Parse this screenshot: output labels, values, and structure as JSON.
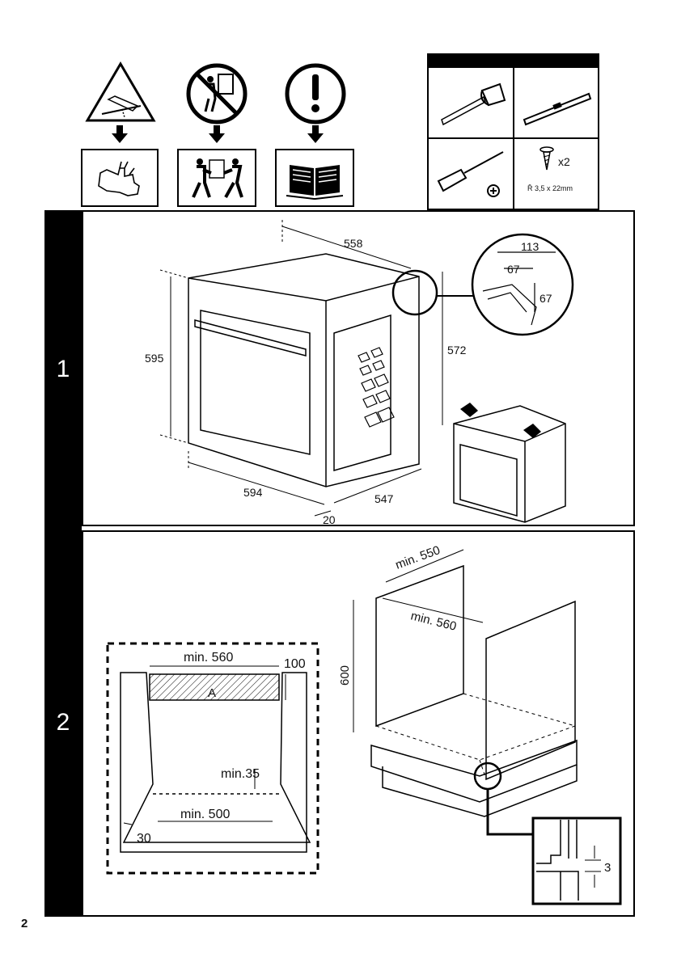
{
  "page_number": "2",
  "tools": {
    "screw_count": "x2",
    "screw_size": "Ř 3,5 x 22mm"
  },
  "steps": [
    {
      "number": "1"
    },
    {
      "number": "2"
    }
  ],
  "section1": {
    "dimensions": {
      "depth_top": "558",
      "height_left": "595",
      "height_right": "572",
      "width_front": "594",
      "depth_side": "547",
      "front_offset": "20",
      "corner_a": "113",
      "corner_b": "67",
      "corner_c": "67"
    }
  },
  "section2": {
    "plan": {
      "min_width": "min. 560",
      "vent_depth": "100",
      "vent_label": "A",
      "min_gap": "min.35",
      "min_rear": "min. 500",
      "side": "30"
    },
    "cabinet": {
      "min_depth": "min. 550",
      "min_width": "min. 560",
      "height": "600",
      "detail_gap": "3"
    }
  }
}
